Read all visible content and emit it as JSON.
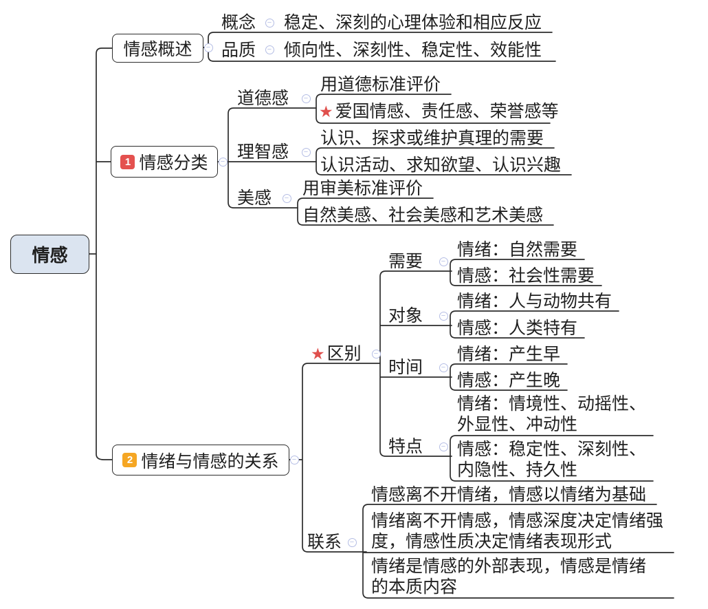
{
  "colors": {
    "line": "#2c2c2c",
    "root_fill": "#dbe4f0",
    "badge1_red": "#e4514f",
    "badge2_orange": "#f5a623",
    "star_red": "#e0504d",
    "collapse_icon": "#b4bde4"
  },
  "icons": {
    "collapse_glyph": "−",
    "star_glyph": "★"
  },
  "root": {
    "label": "情感"
  },
  "overview": {
    "title": "情感概述",
    "rows": [
      {
        "label": "概念",
        "value": "稳定、深刻的心理体验和相应反应"
      },
      {
        "label": "品质",
        "value": "倾向性、深刻性、稳定性、效能性"
      }
    ]
  },
  "classification": {
    "badge": "1",
    "title": "情感分类",
    "branches": [
      {
        "label": "道德感",
        "criterion": "用道德标准评价",
        "examples": "爱国情感、责任感、荣誉感等"
      },
      {
        "label": "理智感",
        "criterion": "认识、探求或维护真理的需要",
        "examples": "认识活动、求知欲望、认识兴趣"
      },
      {
        "label": "美感",
        "criterion": "用审美标准评价",
        "examples": "自然美感、社会美感和艺术美感"
      }
    ]
  },
  "relation": {
    "badge": "2",
    "title": "情绪与情感的关系",
    "difference": {
      "label": "区别",
      "aspects": [
        {
          "label": "需要",
          "emotion": "情绪：自然需要",
          "feeling": "情感：社会性需要"
        },
        {
          "label": "对象",
          "emotion": "情绪：人与动物共有",
          "feeling": "情感：人类特有"
        },
        {
          "label": "时间",
          "emotion": "情绪：产生早",
          "feeling": "情感：产生晚"
        },
        {
          "label": "特点",
          "emotion_line1": "情绪：情境性、动摇性、",
          "emotion_line2": "外显性、冲动性",
          "feeling_line1": "情感：稳定性、深刻性、",
          "feeling_line2": "内隐性、持久性"
        }
      ]
    },
    "connection": {
      "label": "联系",
      "points": [
        {
          "line1": "情感离不开情绪，情感以情绪为基础"
        },
        {
          "line1": "情绪离不开情感，情感深度决定情绪强",
          "line2": "度，情感性质决定情绪表现形式"
        },
        {
          "line1": "情绪是情感的外部表现，情感是情绪",
          "line2": "的本质内容"
        }
      ]
    }
  }
}
